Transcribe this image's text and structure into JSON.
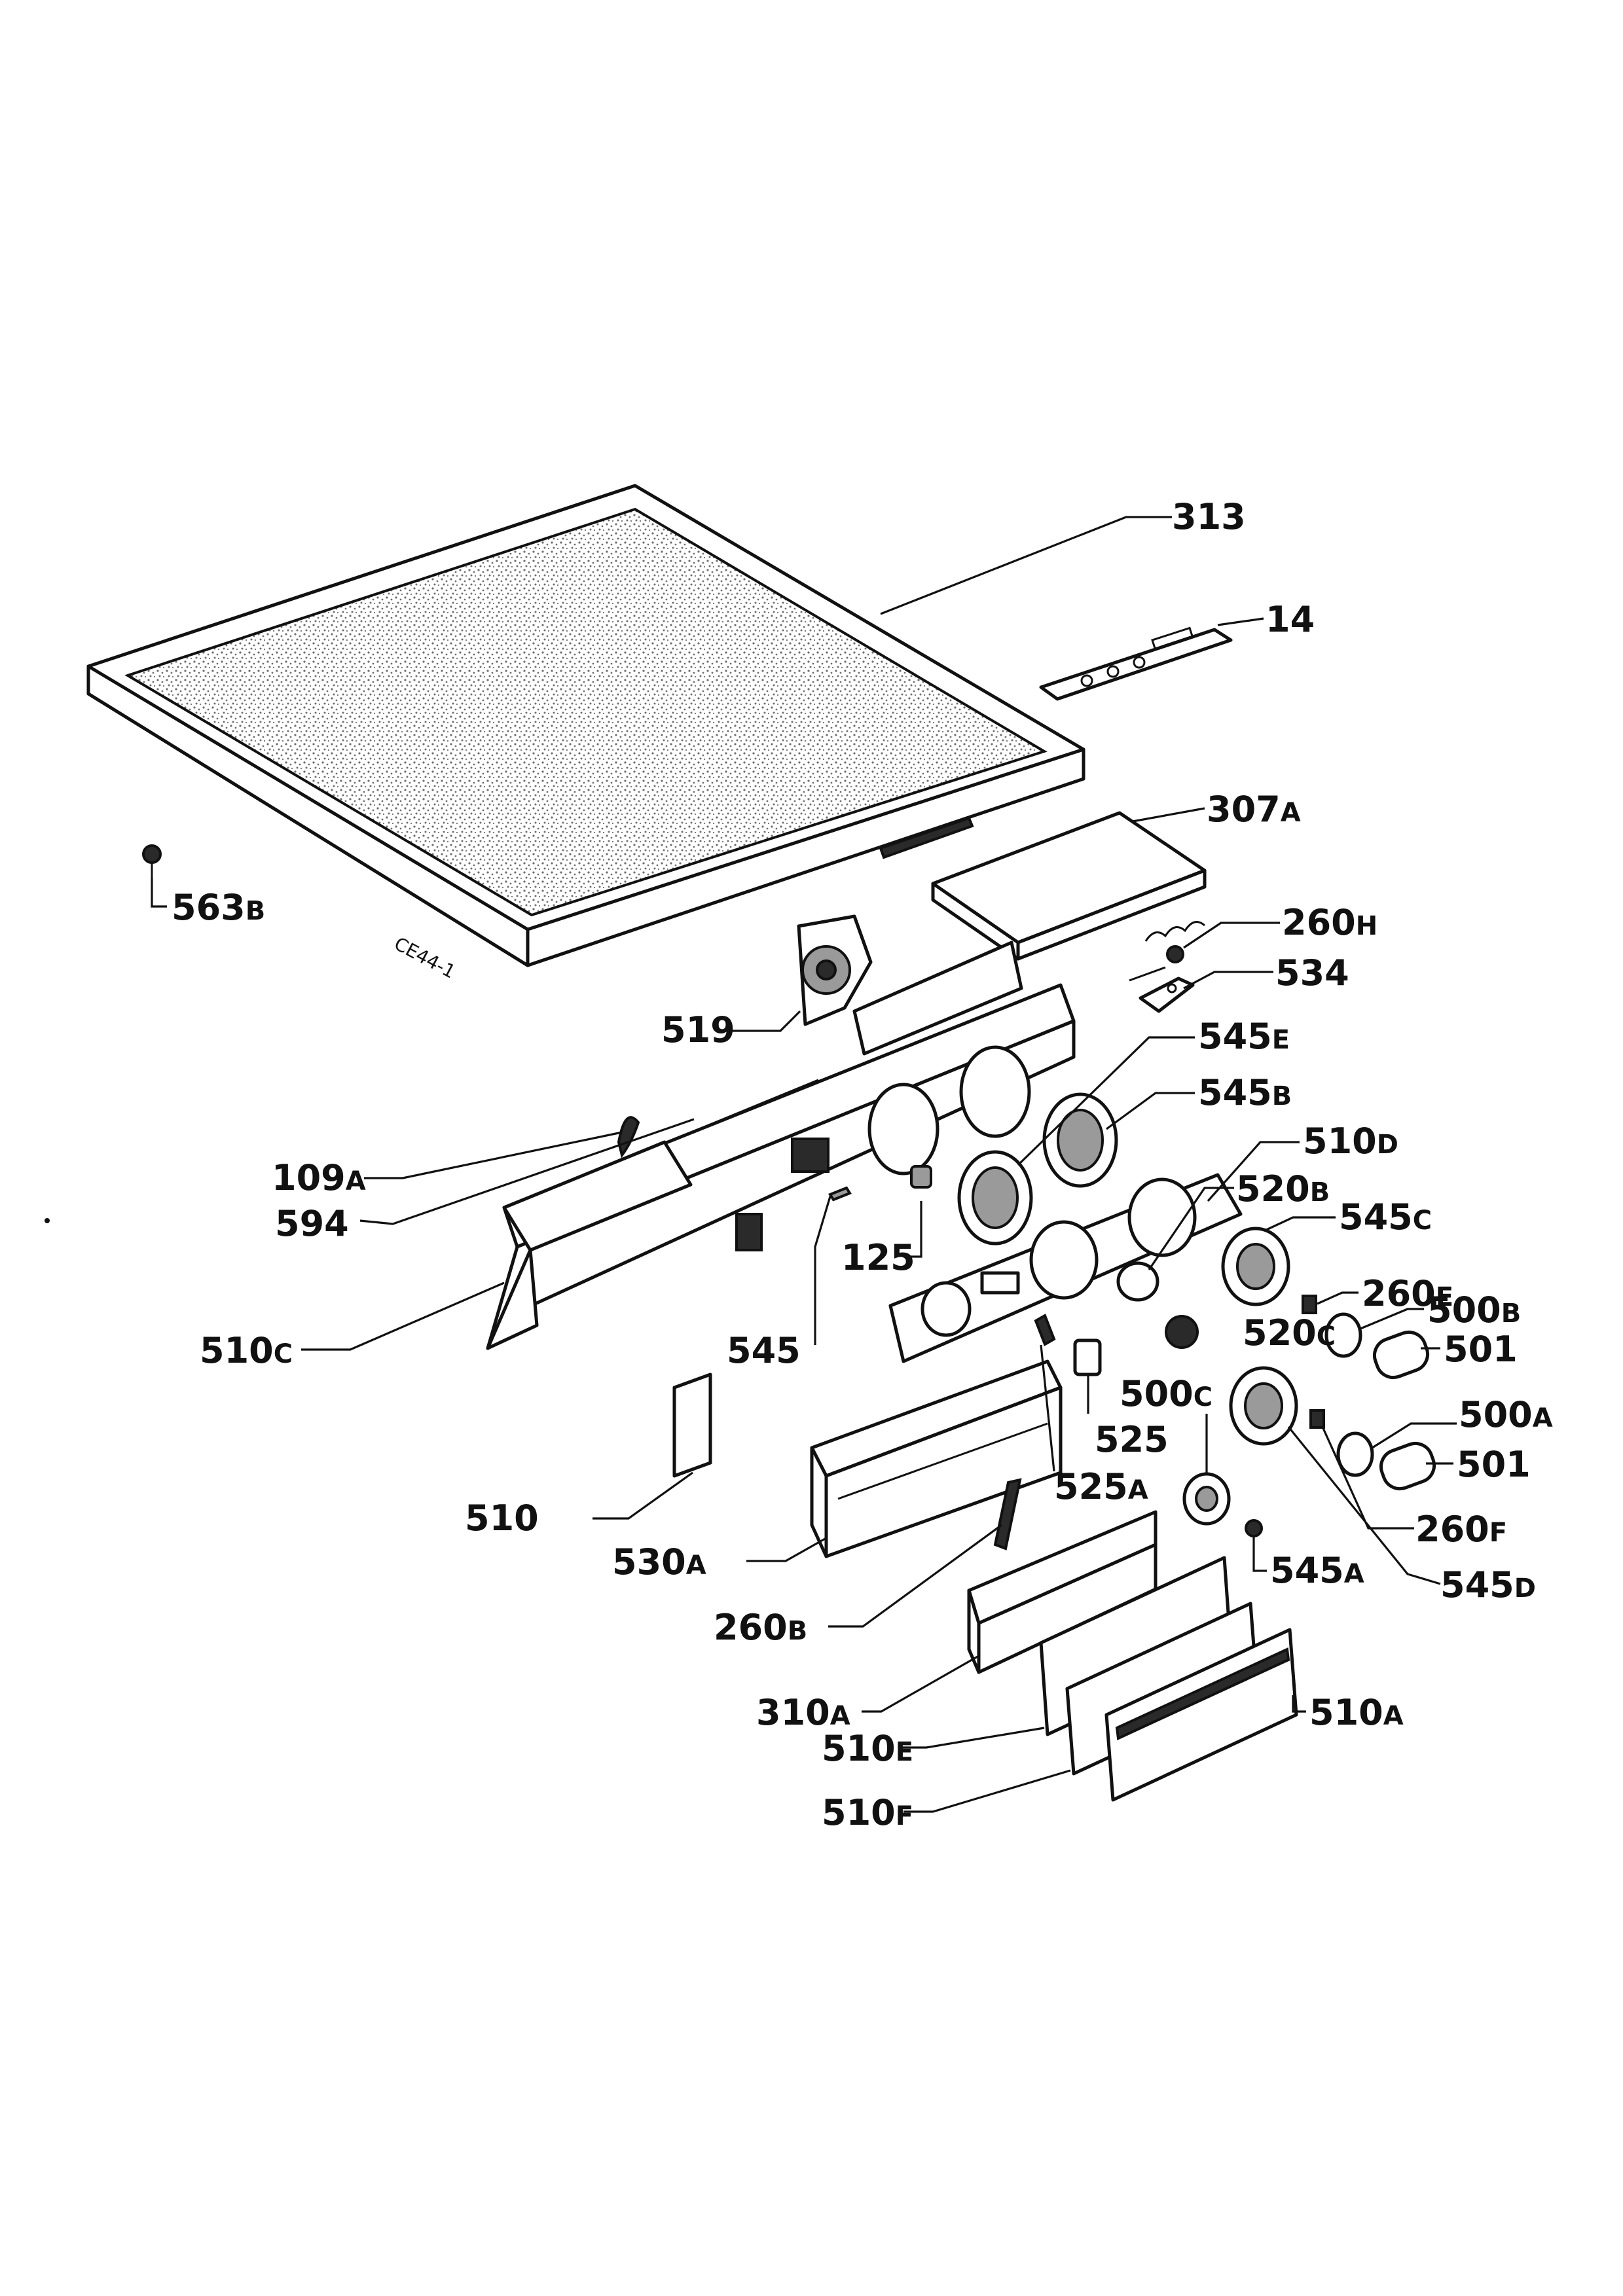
{
  "colors": {
    "ink": "#111111",
    "paper": "#ffffff",
    "stipple": "#6e6e6e"
  },
  "handwritten_code": "CE44-1",
  "callouts": [
    {
      "id": "313",
      "num": "313",
      "suffix": ""
    },
    {
      "id": "14",
      "num": "14",
      "suffix": ""
    },
    {
      "id": "307A",
      "num": "307",
      "suffix": "A"
    },
    {
      "id": "563B",
      "num": "563",
      "suffix": "B"
    },
    {
      "id": "260H",
      "num": "260",
      "suffix": "H"
    },
    {
      "id": "534",
      "num": "534",
      "suffix": ""
    },
    {
      "id": "519",
      "num": "519",
      "suffix": ""
    },
    {
      "id": "545E",
      "num": "545",
      "suffix": "E"
    },
    {
      "id": "545B",
      "num": "545",
      "suffix": "B"
    },
    {
      "id": "109A",
      "num": "109",
      "suffix": "A"
    },
    {
      "id": "510D",
      "num": "510",
      "suffix": "D"
    },
    {
      "id": "594",
      "num": "594",
      "suffix": ""
    },
    {
      "id": "520B",
      "num": "520",
      "suffix": "B"
    },
    {
      "id": "545C",
      "num": "545",
      "suffix": "C"
    },
    {
      "id": "125",
      "num": "125",
      "suffix": ""
    },
    {
      "id": "260E",
      "num": "260",
      "suffix": "E"
    },
    {
      "id": "510C",
      "num": "510",
      "suffix": "C"
    },
    {
      "id": "500B",
      "num": "500",
      "suffix": "B"
    },
    {
      "id": "545",
      "num": "545",
      "suffix": ""
    },
    {
      "id": "520C",
      "num": "520",
      "suffix": "C"
    },
    {
      "id": "501a",
      "num": "501",
      "suffix": ""
    },
    {
      "id": "500C",
      "num": "500",
      "suffix": "C"
    },
    {
      "id": "500A",
      "num": "500",
      "suffix": "A"
    },
    {
      "id": "525",
      "num": "525",
      "suffix": ""
    },
    {
      "id": "501b",
      "num": "501",
      "suffix": ""
    },
    {
      "id": "510",
      "num": "510",
      "suffix": ""
    },
    {
      "id": "525A",
      "num": "525",
      "suffix": "A"
    },
    {
      "id": "260F",
      "num": "260",
      "suffix": "F"
    },
    {
      "id": "530A",
      "num": "530",
      "suffix": "A"
    },
    {
      "id": "545A",
      "num": "545",
      "suffix": "A"
    },
    {
      "id": "545D",
      "num": "545",
      "suffix": "D"
    },
    {
      "id": "260B",
      "num": "260",
      "suffix": "B"
    },
    {
      "id": "310A",
      "num": "310",
      "suffix": "A"
    },
    {
      "id": "510A",
      "num": "510",
      "suffix": "A"
    },
    {
      "id": "510E",
      "num": "510",
      "suffix": "E"
    },
    {
      "id": "510F",
      "num": "510",
      "suffix": "F"
    }
  ]
}
